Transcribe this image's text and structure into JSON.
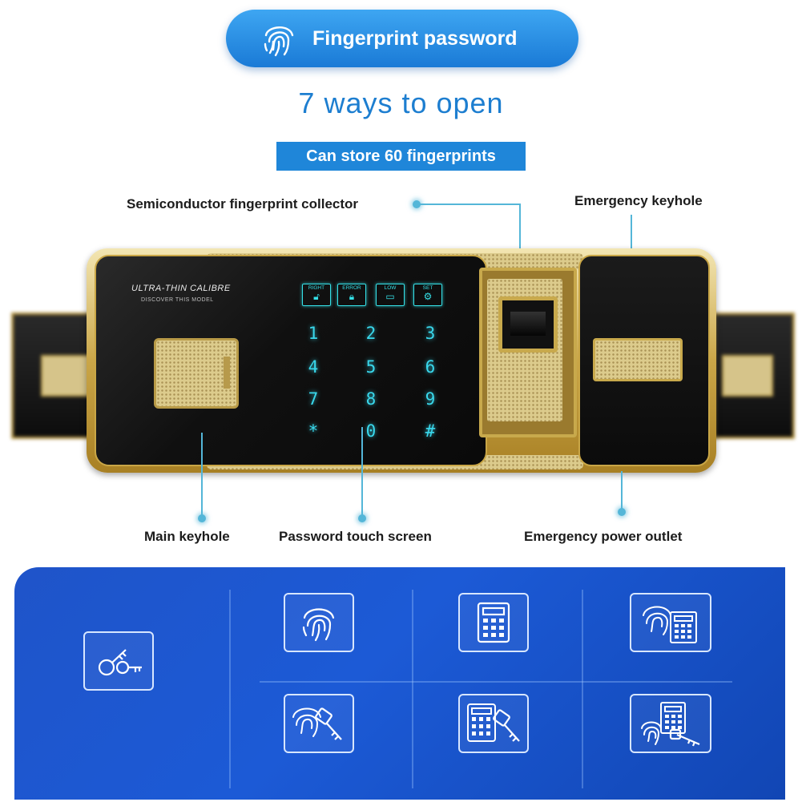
{
  "header": {
    "pill_label": "Fingerprint password",
    "subtitle": "7 ways to open",
    "storage_banner": "Can store 60 fingerprints"
  },
  "callouts": {
    "fingerprint_collector": "Semiconductor fingerprint collector",
    "emergency_keyhole": "Emergency keyhole",
    "main_keyhole": "Main keyhole",
    "touch_screen": "Password touch screen",
    "power_outlet": "Emergency power outlet"
  },
  "panel": {
    "brand_line1": "ULTRA-THIN CALIBRE",
    "brand_line2": "DISCOVER THIS MODEL",
    "function_keys": [
      {
        "label": "RIGHT",
        "icon": "open-lock-icon"
      },
      {
        "label": "ERROR",
        "icon": "closed-lock-icon"
      },
      {
        "label": "LOW",
        "icon": "battery-icon"
      },
      {
        "label": "SET",
        "icon": "gear-icon"
      }
    ],
    "keypad": [
      "1",
      "2",
      "3",
      "4",
      "5",
      "6",
      "7",
      "8",
      "9",
      "*",
      "0",
      "#"
    ]
  },
  "open_methods": [
    {
      "name": "key",
      "icon": "key-icon"
    },
    {
      "name": "fingerprint",
      "icon": "fingerprint-icon"
    },
    {
      "name": "password",
      "icon": "keypad-icon"
    },
    {
      "name": "fingerprint-password",
      "icon": "fingerprint-keypad-icon"
    },
    {
      "name": "fingerprint-key",
      "icon": "fingerprint-key-icon"
    },
    {
      "name": "password-key",
      "icon": "keypad-key-icon"
    },
    {
      "name": "fingerprint-password-key",
      "icon": "fingerprint-keypad-key-icon"
    }
  ],
  "colors": {
    "accent_blue": "#1f86d9",
    "title_blue": "#1d7ed0",
    "gold": "#c9a646",
    "touch_cyan": "#39d8ec",
    "panel_blue": "#1c5ad6",
    "callout_cyan": "#54b6d8"
  }
}
